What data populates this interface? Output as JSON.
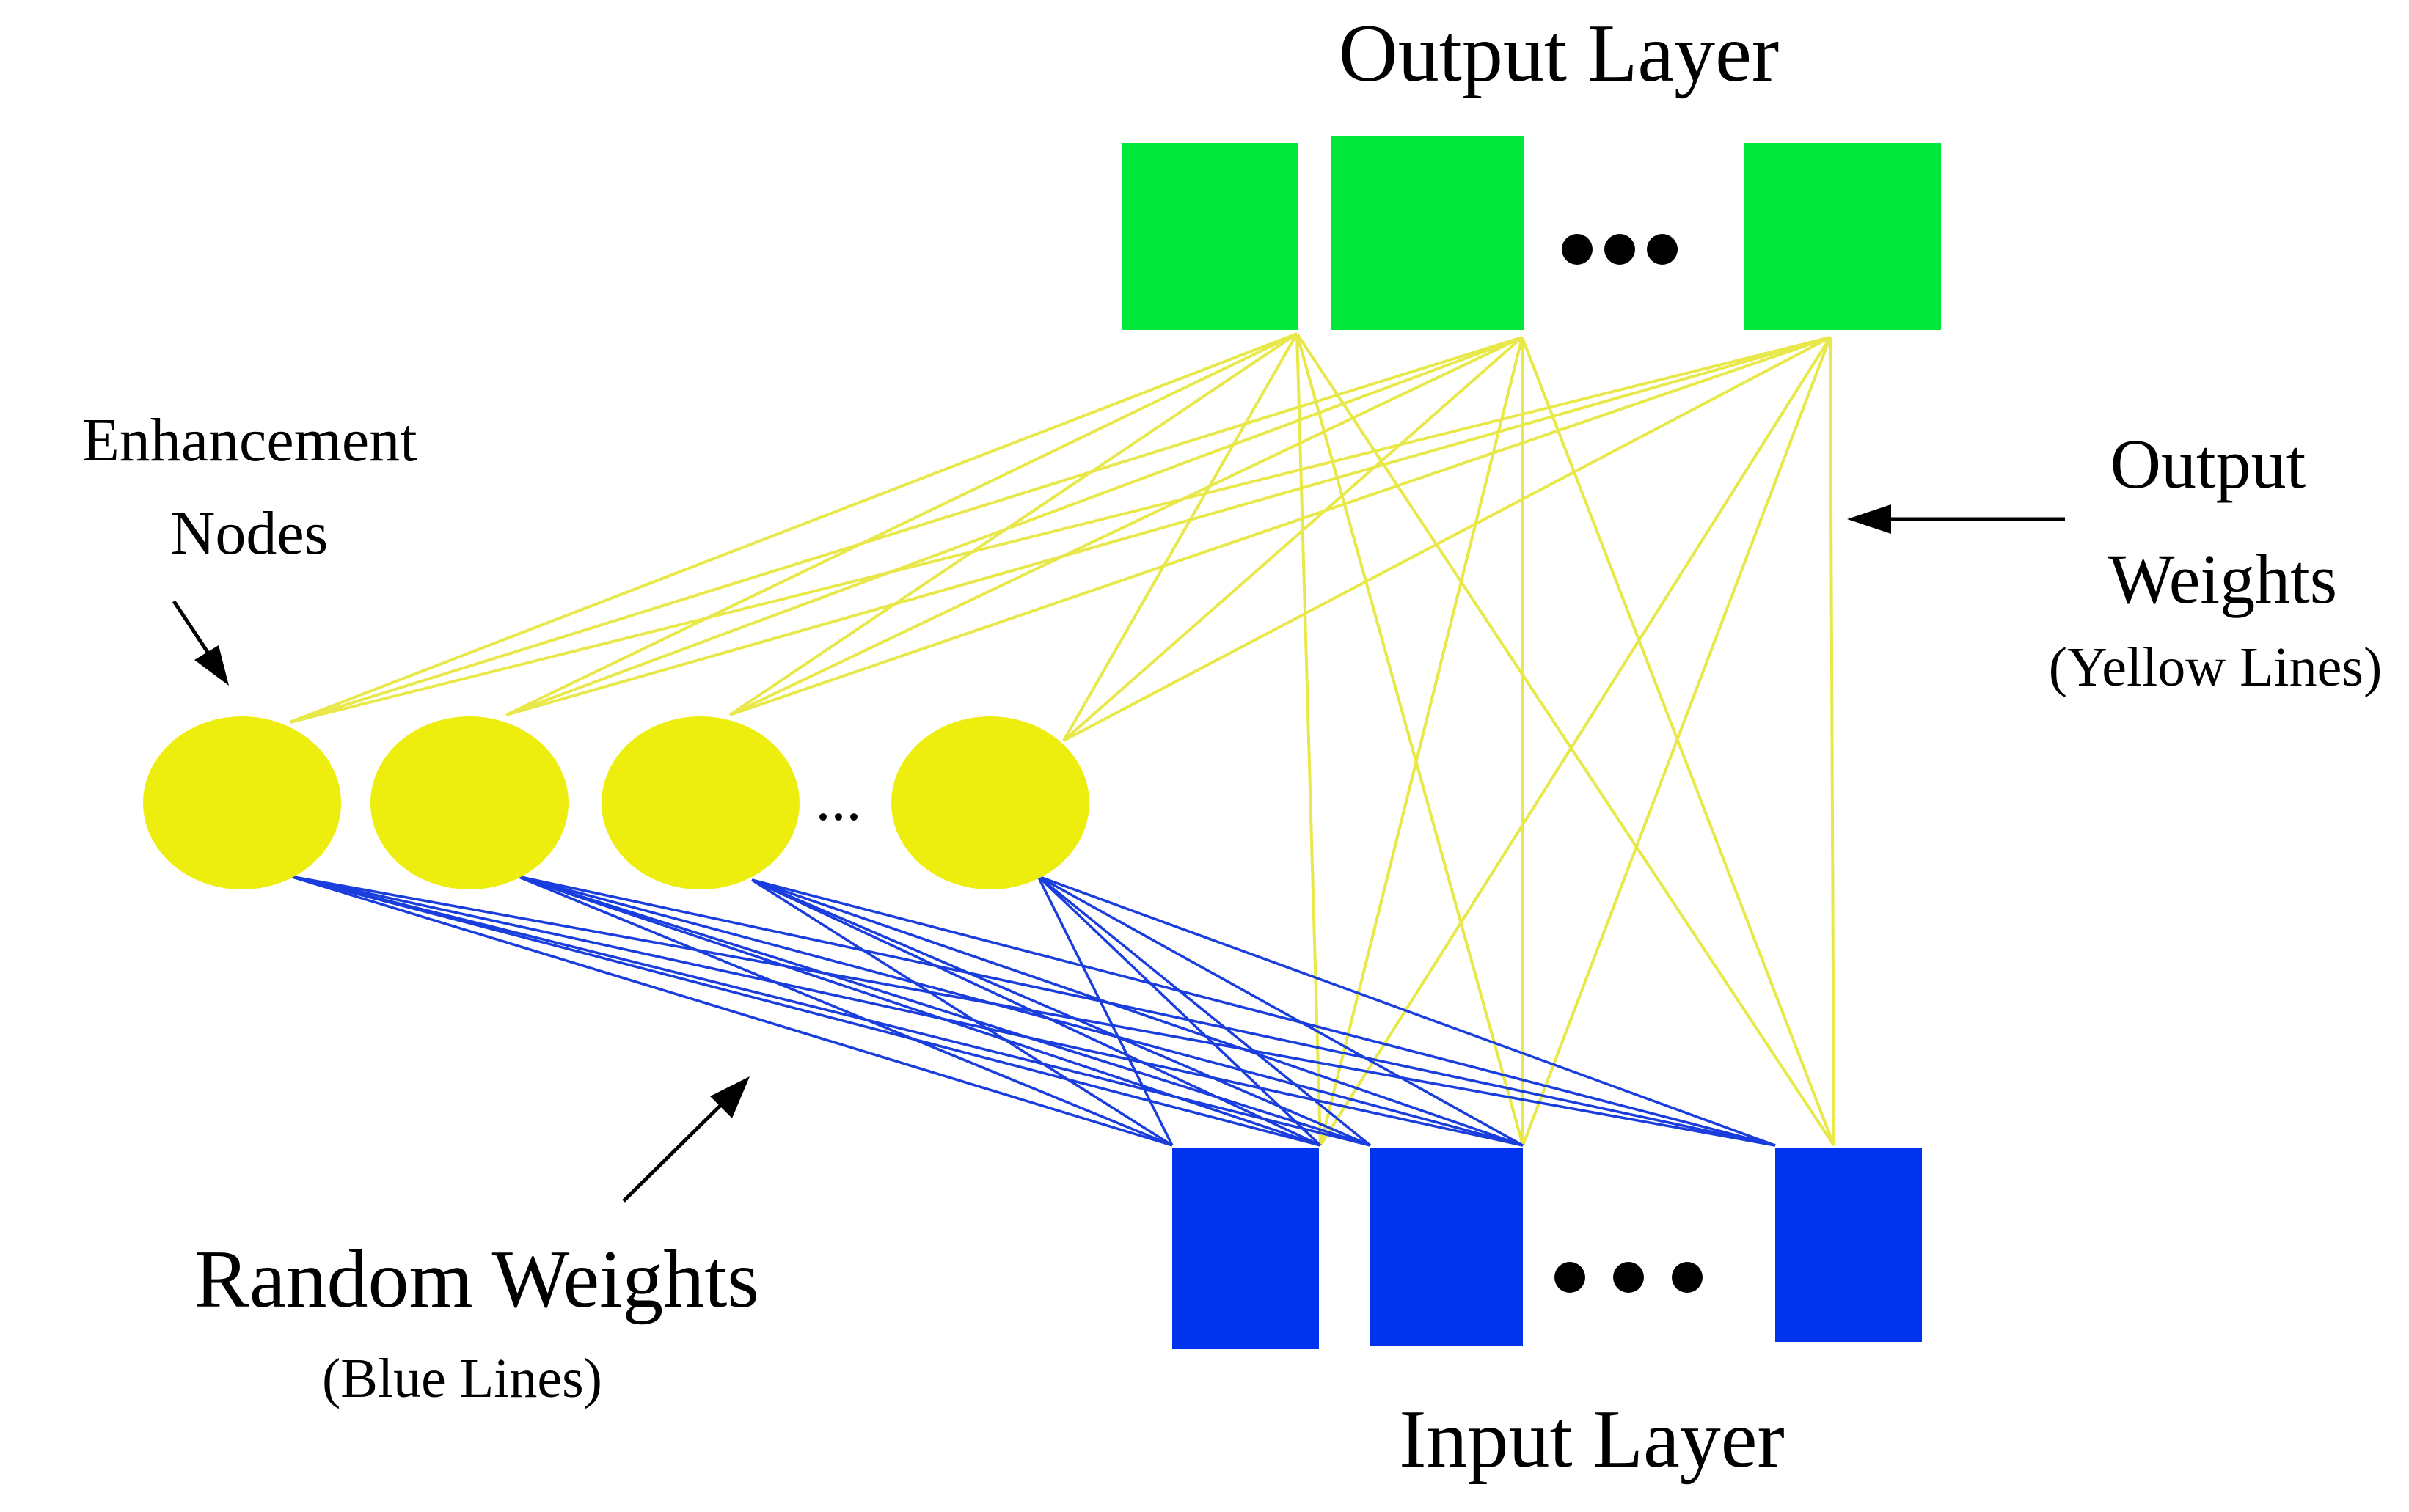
{
  "labels": {
    "output_layer": "Output Layer",
    "input_layer": "Input Layer",
    "enhancement_line1": "Enhancement",
    "enhancement_line2": "Nodes",
    "output_weights_line1": "Output",
    "output_weights_line2": "Weights",
    "output_weights_note": "(Yellow Lines)",
    "random_weights": "Random Weights",
    "random_weights_note": "(Blue Lines)",
    "enhancement_ellipsis": "..."
  },
  "colors": {
    "output_node": "#00e83a",
    "input_node": "#0033ee",
    "enhancement_node": "#eeee0e",
    "output_weight_line": "#e8e84a",
    "random_weight_line": "#1a3ddd",
    "text": "#000000"
  },
  "counts": {
    "output_nodes_shown": 3,
    "input_nodes_shown": 3,
    "enhancement_nodes_shown": 4
  }
}
